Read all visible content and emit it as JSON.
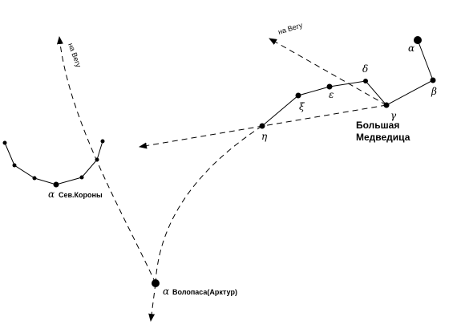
{
  "labels": {
    "big_dipper_line1": "Большая",
    "big_dipper_line2": "Медведица",
    "corona_alpha_letter": "α",
    "corona_alpha_name": "Сев.Короны",
    "bootes_alpha_letter": "α",
    "bootes_alpha_name": "Волопаса(Арктур)",
    "to_vega_left": "на Вегу",
    "to_vega_right": "на Вегу"
  },
  "star_letters": {
    "alpha": "α",
    "beta": "β",
    "gamma": "γ",
    "delta": "δ",
    "epsilon": "ε",
    "zeta": "ξ",
    "eta": "η"
  },
  "colors": {
    "ink": "#000000",
    "background": "#ffffff"
  }
}
